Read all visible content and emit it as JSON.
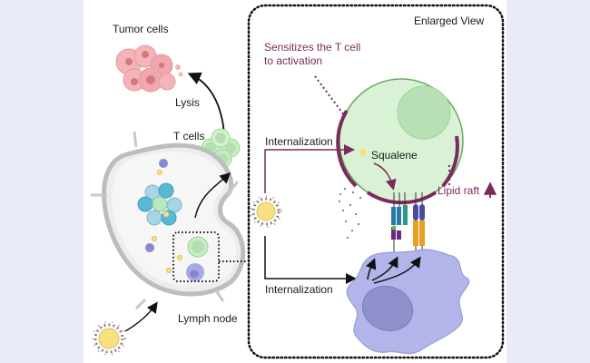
{
  "labels": {
    "tumor_cells": "Tumor cells",
    "lysis": "Lysis",
    "t_cells": "T cells",
    "lymph_node": "Lymph node",
    "enlarged_view": "Enlarged View",
    "sensitizes_line1": "Sensitizes the T cell",
    "sensitizes_line2": "to activation",
    "internalization_top": "Internalization",
    "internalization_bottom": "Internalization",
    "squalene": "Squalene",
    "lipid_raft": "Lipid raft"
  },
  "colors": {
    "background": "#e8ebf8",
    "panel": "#ffffff",
    "annotation_purple": "#7a2a5c",
    "t_cell_fill": "#d9f2d6",
    "t_cell_nucleus": "#b8e0b4",
    "t_cell_border": "#6aa865",
    "dendritic_cell_fill": "#b2b4ea",
    "dendritic_nucleus": "#9090cc",
    "tumor_pink": "#f0a8ae",
    "squalene_yellow": "#f8e080",
    "receptor_blue": "#2a7aa8",
    "receptor_teal": "#2a9a8a",
    "receptor_purple": "#6a2a80",
    "receptor_indigo": "#4a48a0",
    "receptor_orange": "#e8a020"
  }
}
